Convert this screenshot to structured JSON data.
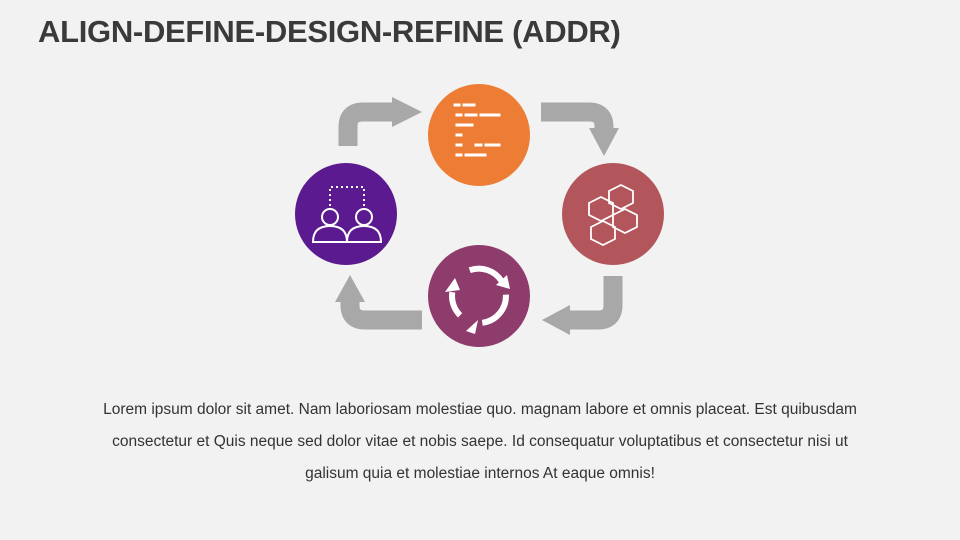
{
  "title": "ALIGN-DEFINE-DESIGN-REFINE (ADDR)",
  "colors": {
    "align": "#5b1a8f",
    "define": "#ed7d35",
    "design": "#b2565c",
    "refine": "#8e3c6c",
    "arrow": "#a8a8a8",
    "background": "#f2f2f2"
  },
  "steps": [
    {
      "id": "align",
      "icon": "people-connection-icon"
    },
    {
      "id": "define",
      "icon": "list-icon"
    },
    {
      "id": "design",
      "icon": "hexagons-icon"
    },
    {
      "id": "refine",
      "icon": "cycle-arrows-icon"
    }
  ],
  "description": "Lorem ipsum dolor sit amet. Nam laboriosam molestiae quo. magnam labore et omnis placeat. Est quibusdam consectetur et Quis neque sed dolor vitae et nobis saepe. Id consequatur voluptatibus et consectetur nisi ut galisum quia et molestiae internos At eaque omnis!"
}
